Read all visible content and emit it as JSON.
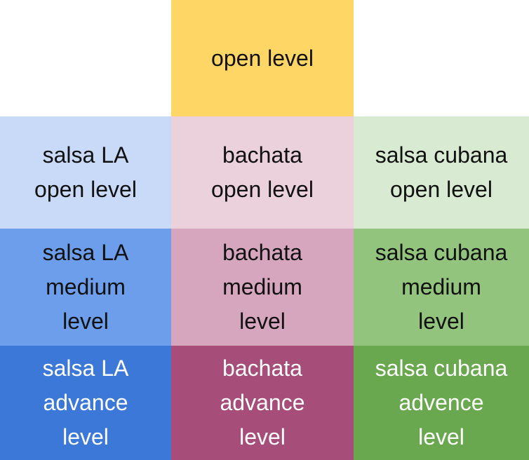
{
  "top": {
    "label": "open level",
    "bg": "#fdd666",
    "color": "#111111"
  },
  "rows": [
    [
      {
        "lines": [
          "salsa LA",
          "open level"
        ],
        "bg": "#c9daf8",
        "color": "#111111"
      },
      {
        "lines": [
          "bachata",
          "open level"
        ],
        "bg": "#ead1dc",
        "color": "#111111"
      },
      {
        "lines": [
          "salsa cubana",
          "open level"
        ],
        "bg": "#d9ead3",
        "color": "#111111"
      }
    ],
    [
      {
        "lines": [
          "salsa LA",
          "medium",
          "level"
        ],
        "bg": "#6d9eeb",
        "color": "#111111"
      },
      {
        "lines": [
          "bachata",
          "medium",
          "level"
        ],
        "bg": "#d5a6bd",
        "color": "#111111"
      },
      {
        "lines": [
          "salsa cubana",
          "medium",
          "level"
        ],
        "bg": "#93c47d",
        "color": "#111111"
      }
    ],
    [
      {
        "lines": [
          "salsa LA",
          "advance",
          "level"
        ],
        "bg": "#3c78d8",
        "color": "#ffffff"
      },
      {
        "lines": [
          "bachata",
          "advance",
          "level"
        ],
        "bg": "#a64d79",
        "color": "#ffffff"
      },
      {
        "lines": [
          "salsa cubana",
          "advence",
          "level"
        ],
        "bg": "#6aa84f",
        "color": "#ffffff"
      }
    ]
  ]
}
